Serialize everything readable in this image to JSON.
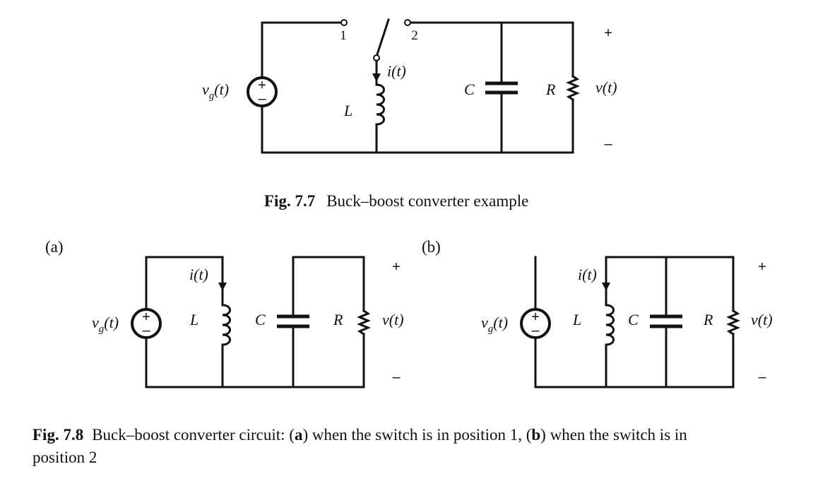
{
  "fig77": {
    "caption_num": "Fig. 7.7",
    "caption_text": "Buck–boost converter example",
    "source_label": "v",
    "source_sub": "g",
    "source_arg": "(t)",
    "switch_pos1": "1",
    "switch_pos2": "2",
    "current": "i(t)",
    "inductor": "L",
    "capacitor": "C",
    "resistor": "R",
    "voltage": "v(t)",
    "plus": "+",
    "minus": "–"
  },
  "fig78": {
    "caption_num": "Fig. 7.8",
    "caption_line1_a": "Buck–boost converter circuit: (",
    "caption_bold_a": "a",
    "caption_line1_b": ") when the switch is in position 1, (",
    "caption_bold_b": "b",
    "caption_line1_c": ") when the switch is in",
    "caption_line2": "position 2",
    "panel_a": "(a)",
    "panel_b": "(b)"
  }
}
